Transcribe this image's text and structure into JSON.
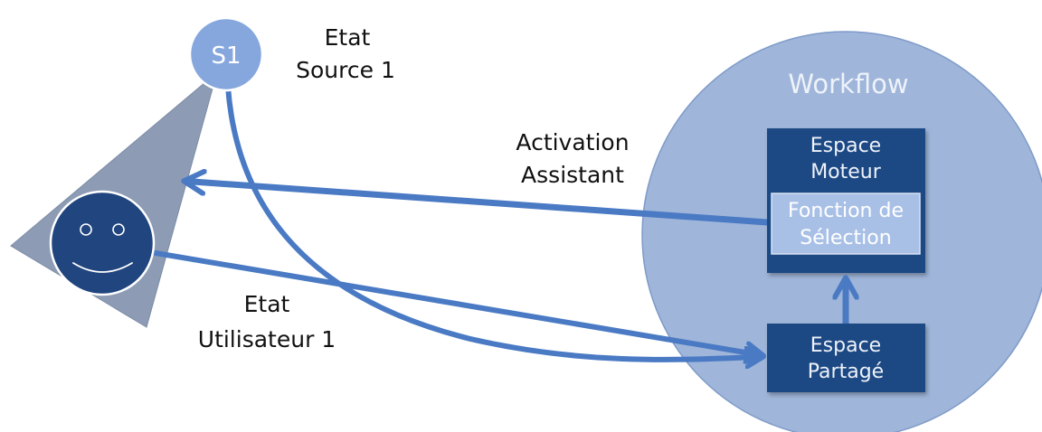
{
  "colors": {
    "triangle": "#8d9cb4",
    "source_node": "#86a7dd",
    "user_face": "#20457f",
    "workflow_circle": "#9fb5d9",
    "box_dark": "#1f4a83",
    "box_light": "#a9c0e6",
    "arrow": "#4a7ac4"
  },
  "nodes": {
    "source": {
      "label": "S1",
      "caption_line1": "Etat",
      "caption_line2": "Source 1"
    },
    "user": {
      "icon": "smiley-face-icon"
    }
  },
  "workflow": {
    "title": "Workflow",
    "engine_space": {
      "line1": "Espace",
      "line2": "Moteur",
      "selection_function": {
        "line1": "Fonction de",
        "line2": "Sélection"
      }
    },
    "shared_space": {
      "line1": "Espace",
      "line2": "Partagé"
    }
  },
  "edges": {
    "activation": {
      "line1": "Activation",
      "line2": "Assistant"
    },
    "user_state": {
      "line1": "Etat",
      "line2": "Utilisateur 1"
    }
  }
}
